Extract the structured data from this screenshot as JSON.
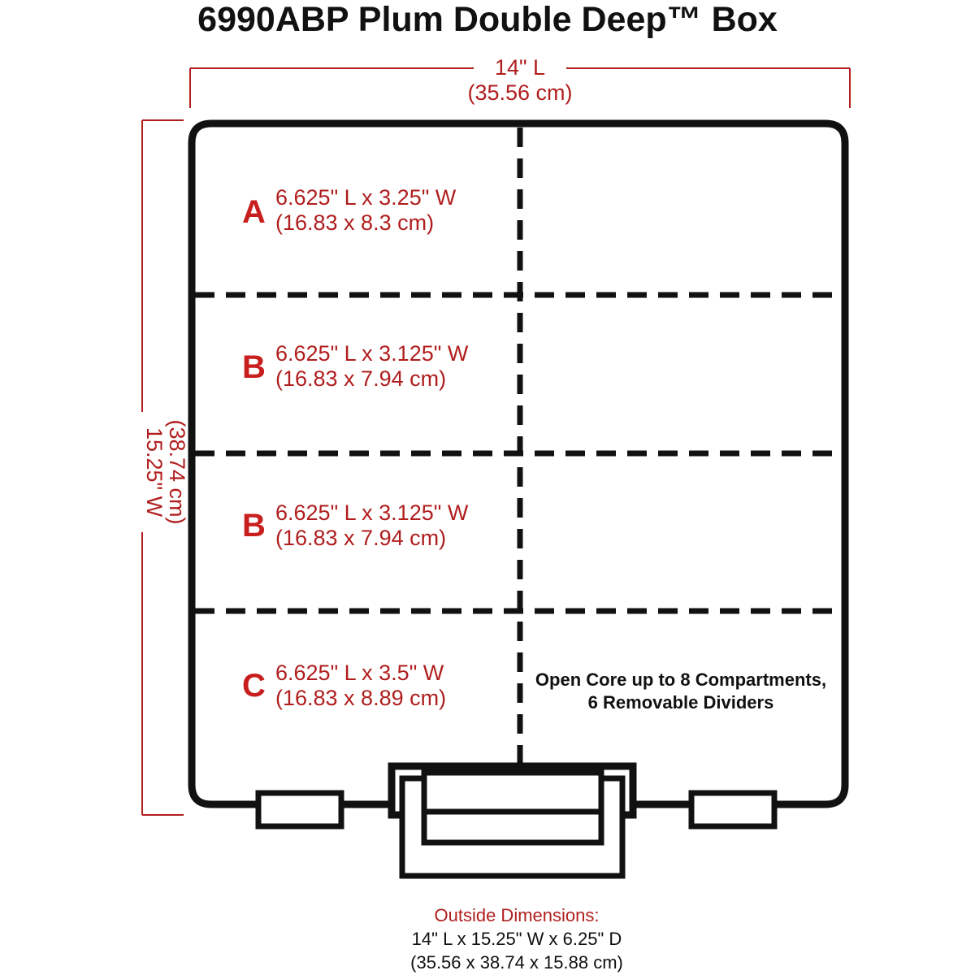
{
  "title": "6990ABP Plum Double Deep™ Box",
  "length_dimension": {
    "line1": "14\" L",
    "line2": "(35.56 cm)"
  },
  "width_dimension": {
    "line1": "15.25\" W",
    "line2": "(38.74 cm)"
  },
  "compartments": [
    {
      "letter": "A",
      "size": "6.625\" L x 3.25\" W",
      "metric": "(16.83 x 8.3 cm)"
    },
    {
      "letter": "B",
      "size": "6.625\" L x 3.125\" W",
      "metric": "(16.83 x 7.94 cm)"
    },
    {
      "letter": "B",
      "size": "6.625\" L x 3.125\" W",
      "metric": "(16.83 x 7.94 cm)"
    },
    {
      "letter": "C",
      "size": "6.625\" L x 3.5\" W",
      "metric": "(16.83 x 8.89 cm)"
    }
  ],
  "core_note": {
    "line1": "Open Core up to 8 Compartments,",
    "line2": "6 Removable Dividers"
  },
  "outside_dimensions": {
    "heading": "Outside Dimensions:",
    "imperial": "14\" L x 15.25\" W x 6.25\" D",
    "metric": "(35.56 x 38.74 x 15.88 cm)"
  },
  "colors": {
    "dimension_red": "#b01e1e",
    "letter_red": "#c81e1e",
    "outline": "#111111"
  }
}
